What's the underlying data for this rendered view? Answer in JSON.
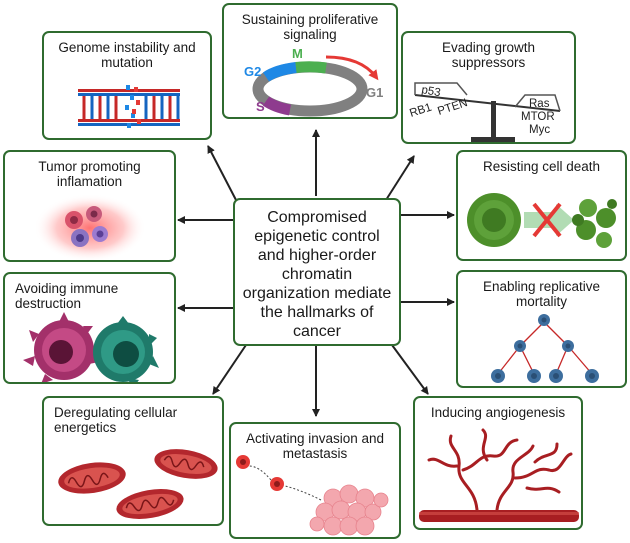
{
  "center": {
    "text": "Compromised\nepigenetic control\nand higher-order\nchromatin\norganization mediate\nthe hallmarks of\ncancer"
  },
  "hallmarks": {
    "genome": {
      "title": "Genome instability and\nmutation"
    },
    "signaling": {
      "title": "Sustaining proliferative\nsignaling",
      "phases": {
        "m": "M",
        "g2": "G2",
        "s": "S",
        "g1": "G1"
      }
    },
    "suppressors": {
      "title": "Evading growth\nsuppressors",
      "left_genes": {
        "a": "p53",
        "b": "RB1",
        "c": "PTEN"
      },
      "right_genes": {
        "a": "Ras",
        "b": "MTOR",
        "c": "Myc"
      }
    },
    "inflammation": {
      "title": "Tumor promoting\ninflamation"
    },
    "cell_death": {
      "title": "Resisting cell death"
    },
    "immune": {
      "title": "Avoiding immune\ndestruction"
    },
    "mortality": {
      "title": "Enabling replicative\nmortality"
    },
    "energetics": {
      "title": "Deregulating cellular\nenergetics"
    },
    "invasion": {
      "title": "Activating invasion and\nmetastasis"
    },
    "angiogenesis": {
      "title": "Inducing angiogenesis"
    }
  },
  "colors": {
    "border": "#2f6b2f",
    "arrow": "#222222",
    "phase_m": "#4caf50",
    "phase_g2": "#1e88e5",
    "phase_s": "#8e3b8e",
    "phase_g1": "#808080",
    "red": "#e53935",
    "mito": "#b3272d",
    "tumor_cell": "#4d8f2a"
  }
}
